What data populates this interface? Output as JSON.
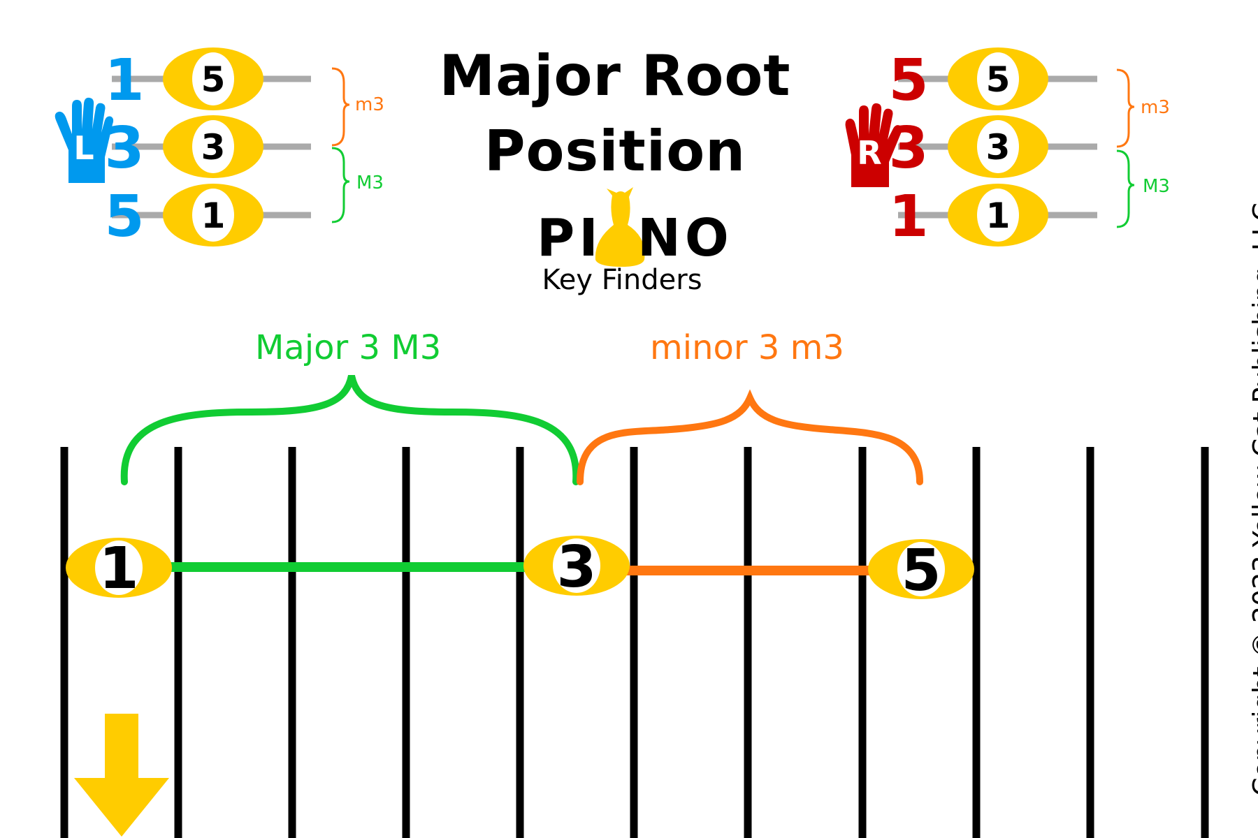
{
  "title": {
    "line1": "Major Root",
    "line2": "Position"
  },
  "logo": {
    "word_left": "PI",
    "word_right": "NO",
    "subtitle": "Key Finders"
  },
  "colors": {
    "yellow": "#FFCC00",
    "green": "#11CC33",
    "orange": "#FF7711",
    "blue": "#0099EE",
    "red": "#CC0000",
    "grey": "#AAAAAA",
    "black": "#000000"
  },
  "left_hand": {
    "hand_letter": "L",
    "icon": "left-hand-icon",
    "fingers": [
      "1",
      "3",
      "5"
    ],
    "notes": [
      "5",
      "3",
      "1"
    ],
    "upper_interval": "m3",
    "lower_interval": "M3"
  },
  "right_hand": {
    "hand_letter": "R",
    "icon": "right-hand-icon",
    "fingers": [
      "5",
      "3",
      "1"
    ],
    "notes": [
      "5",
      "3",
      "1"
    ],
    "upper_interval": "m3",
    "lower_interval": "M3"
  },
  "intervals": {
    "major": "Major 3 M3",
    "minor": "minor 3 m3"
  },
  "keyboard_notes": [
    "1",
    "3",
    "5"
  ],
  "arrow_icon": "down-arrow-icon",
  "copyright": "Copyright © 2023 Yellow Cat Publishing, LLC"
}
